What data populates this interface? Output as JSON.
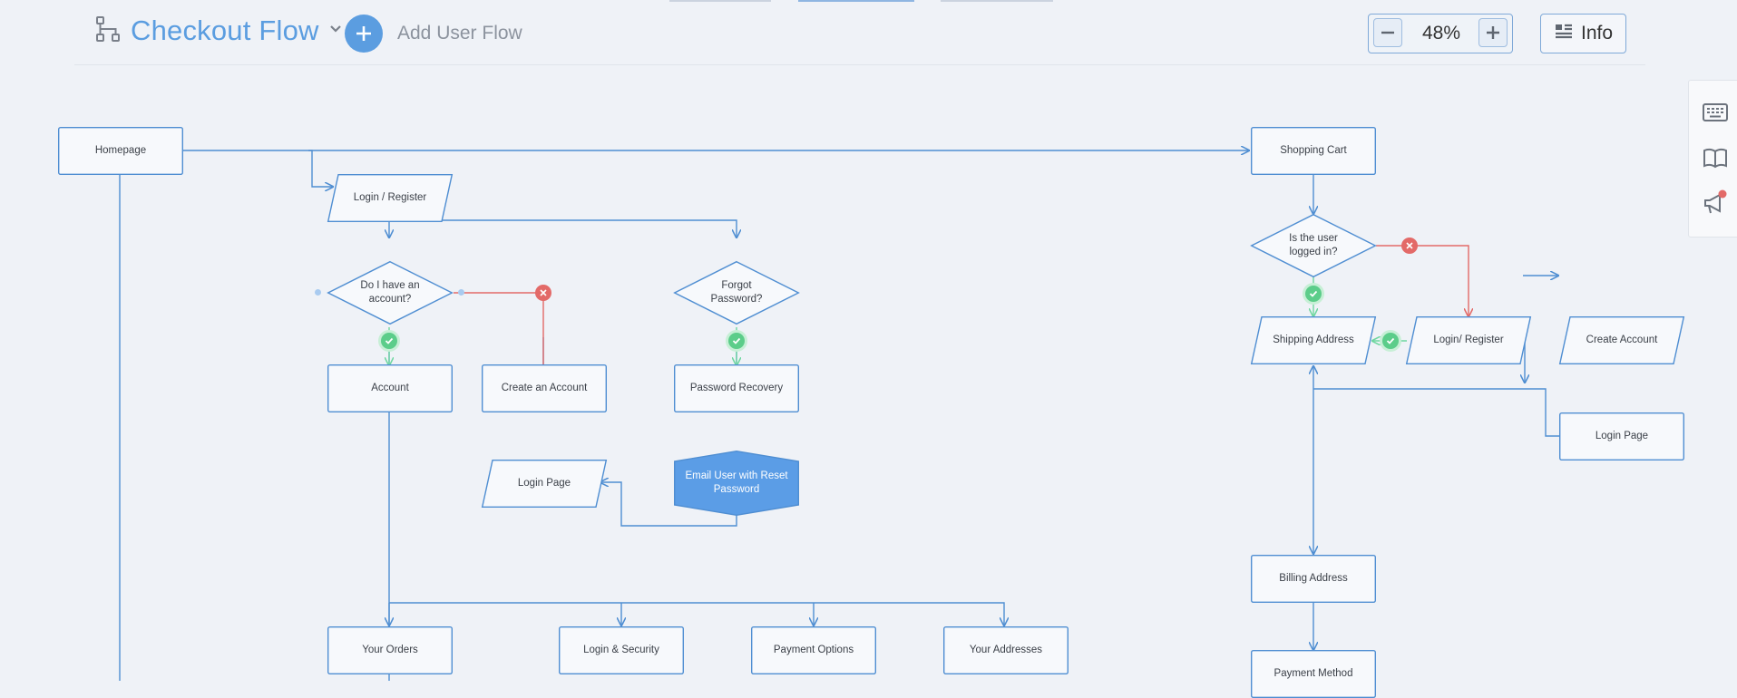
{
  "header": {
    "flow_title": "Checkout Flow",
    "add_flow_label": "Add User Flow",
    "zoom_value": "48%",
    "info_label": "Info"
  },
  "colors": {
    "accent": "#5b9de0",
    "edge": "#4f8ed2",
    "yes_edge": "#6fd7a0",
    "no_edge": "#e36a68",
    "background": "#eff2f7"
  },
  "icons": {
    "flow": "flow-diagram-icon",
    "dropdown": "chevron-down-icon",
    "add": "plus-icon",
    "zoom_out": "minus-icon",
    "zoom_in": "plus-icon",
    "info": "list-info-icon",
    "side": [
      "keyboard-icon",
      "book-icon",
      "megaphone-icon"
    ]
  },
  "nodes": {
    "homepage": "Homepage",
    "login_register": "Login / Register",
    "have_account": "Do I have an account?",
    "forgot_password": "Forgot Password?",
    "account": "Account",
    "create_account": "Create an Account",
    "password_recovery": "Password Recovery",
    "login_page_left": "Login Page",
    "email_reset": "Email User with Reset Password",
    "your_orders": "Your Orders",
    "login_security": "Login & Security",
    "payment_options": "Payment Options",
    "your_addresses": "Your Addresses",
    "shopping_cart": "Shopping Cart",
    "user_logged_in": "Is the user logged in?",
    "shipping_address": "Shipping Address",
    "login_register_right": "Login/ Register",
    "create_account_right": "Create Account",
    "login_page_right": "Login Page",
    "billing_address": "Billing Address",
    "payment_method": "Payment Method"
  }
}
